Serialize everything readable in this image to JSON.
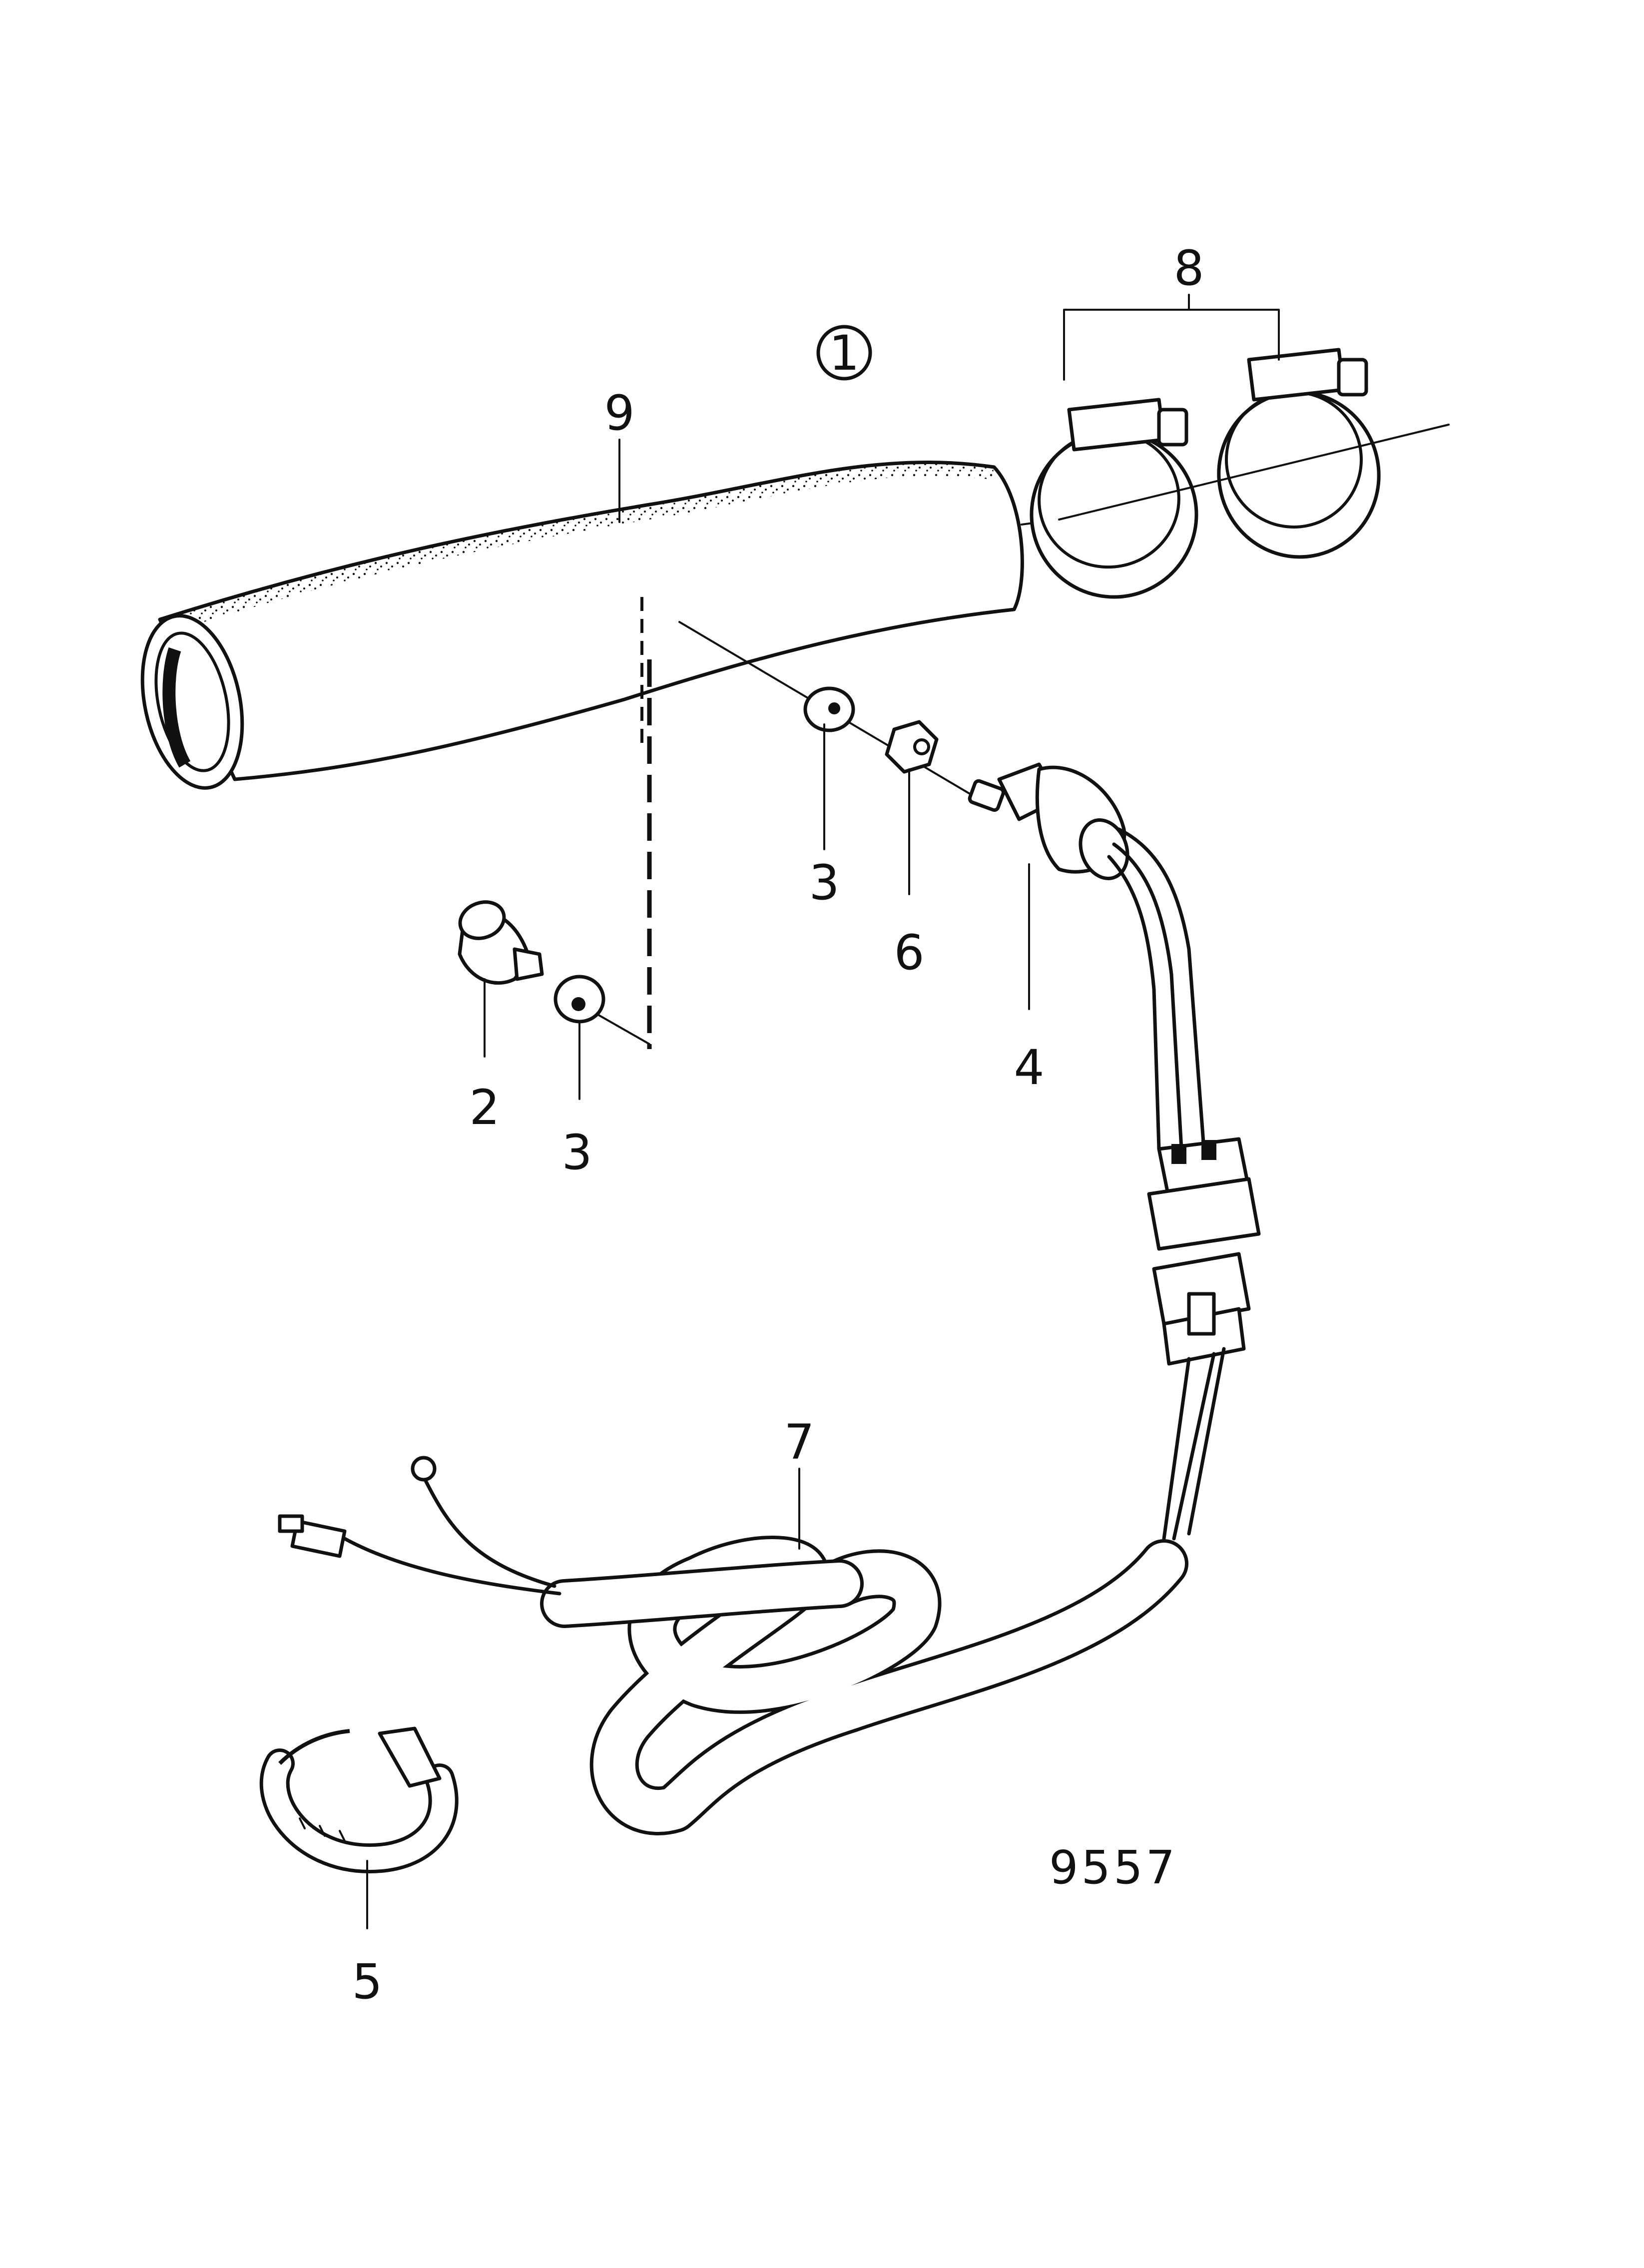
{
  "drawing": {
    "group_marker": "1",
    "reference_number": "9557",
    "callouts": [
      {
        "id": "9",
        "label": "9"
      },
      {
        "id": "8",
        "label": "8"
      },
      {
        "id": "3a",
        "label": "3"
      },
      {
        "id": "6",
        "label": "6"
      },
      {
        "id": "4",
        "label": "4"
      },
      {
        "id": "2",
        "label": "2"
      },
      {
        "id": "3b",
        "label": "3"
      },
      {
        "id": "7",
        "label": "7"
      },
      {
        "id": "5",
        "label": "5"
      }
    ]
  }
}
